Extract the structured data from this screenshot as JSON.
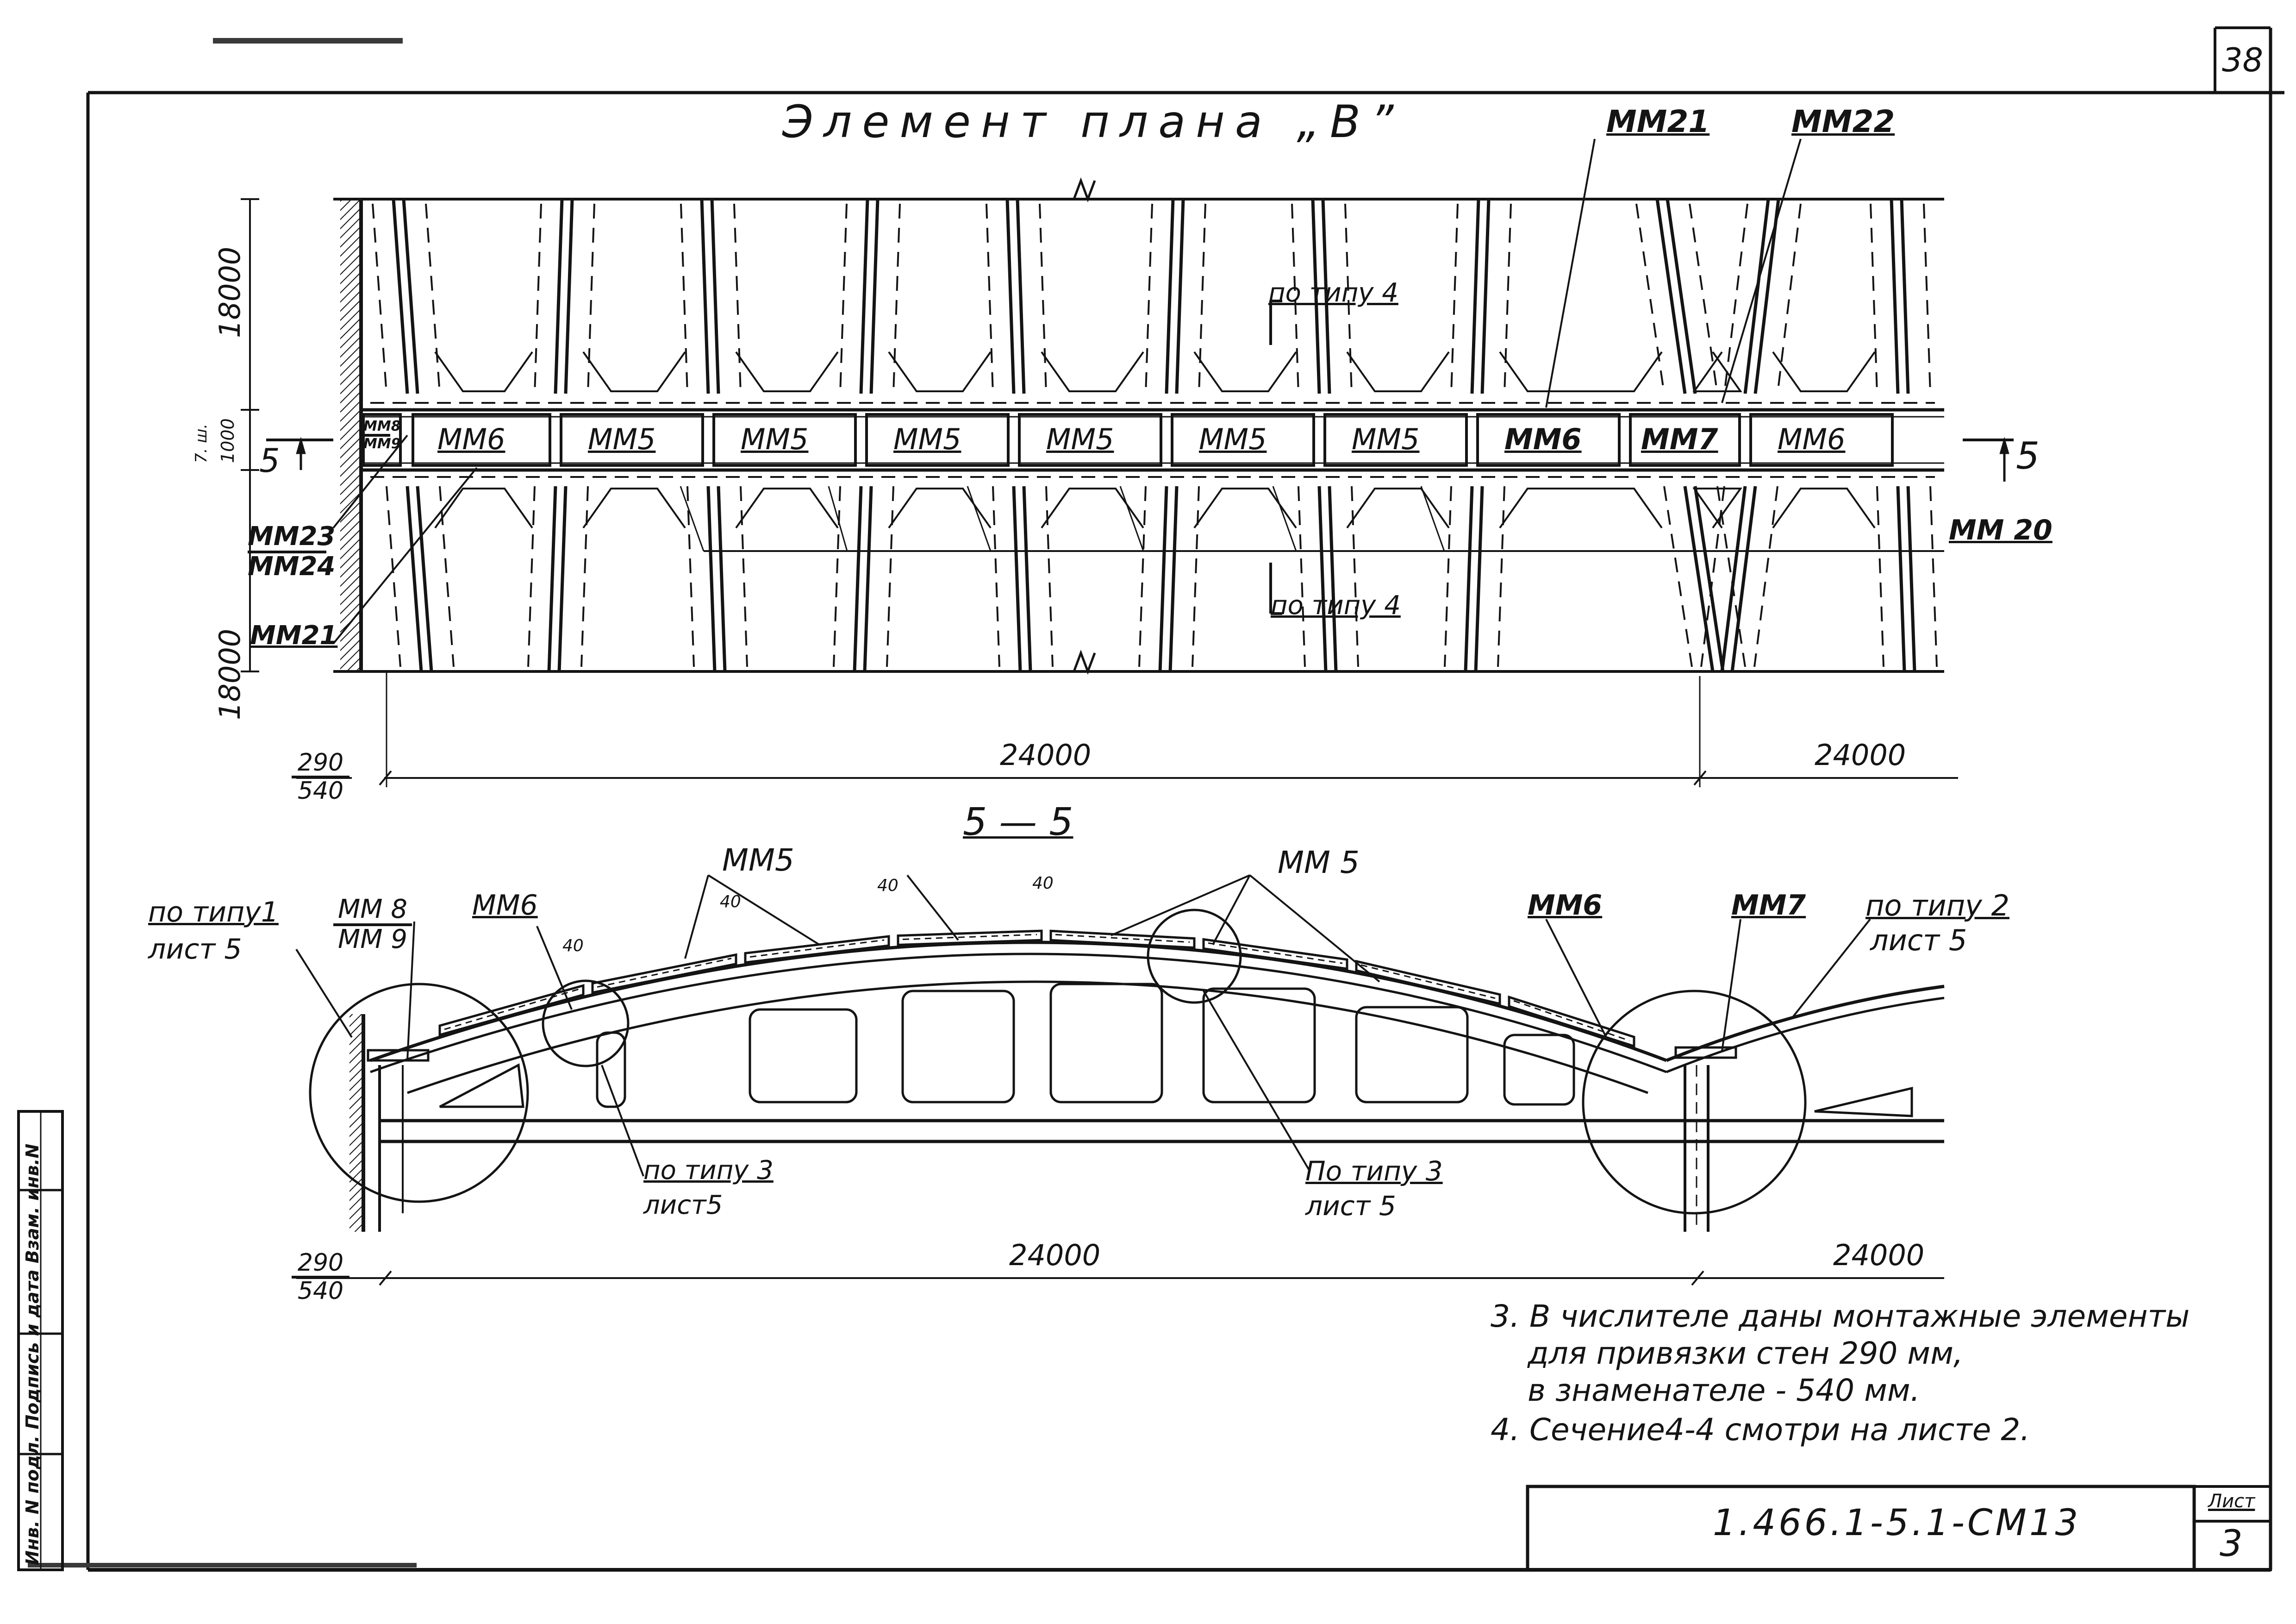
{
  "sheet": {
    "page_number": "38",
    "title": "Элемент плана „В”"
  },
  "plan": {
    "callouts_top": [
      "MM21",
      "MM22"
    ],
    "panels": [
      "MM6",
      "MM5",
      "MM5",
      "MM5",
      "MM5",
      "MM5",
      "MM5",
      "MM6",
      "MM7",
      "MM6"
    ],
    "small_panels": [
      "MM8",
      "MM9"
    ],
    "left_labels": [
      "MM23",
      "MM24",
      "MM21"
    ],
    "right_label": "MM 20",
    "section_ref_top": "по типу 4",
    "section_ref_bottom": "по типу 4",
    "section_mark": "5",
    "dim_upper_left": "18000",
    "dim_band": "1000",
    "dim_band_prefix": "7. ш.",
    "dim_lower_left": "18000",
    "dim_bottom_main": "24000",
    "dim_bottom_right": "24000",
    "dim_offset": {
      "numerator": "290",
      "denominator": "540"
    }
  },
  "section": {
    "title": "5 — 5",
    "labels": {
      "mm5_left": "MM5",
      "mm5_right": "MM 5",
      "mm6_left": "MM6",
      "mm6_right": "MM6",
      "mm7": "MM7",
      "mm8_9": {
        "numerator": "MM 8",
        "denominator": "MM 9"
      }
    },
    "gaps": [
      "40",
      "40",
      "40",
      "40"
    ],
    "refs": {
      "type1": {
        "line1": "по типу1",
        "line2": "лист 5"
      },
      "type2": {
        "line1": "по типу 2",
        "line2": "лист 5"
      },
      "type3_left": {
        "line1": "по типу 3",
        "line2": "лист5"
      },
      "type3_right": {
        "line1": "По типу 3",
        "line2": "лист 5"
      }
    },
    "dim_main": "24000",
    "dim_right": "24000",
    "dim_offset": {
      "numerator": "290",
      "denominator": "540"
    }
  },
  "notes": [
    "3. В числителе даны монтажные элементы",
    "для привязки стен 290 мм,",
    "в знаменателе - 540 мм.",
    "4. Сечение4-4 смотри на листе 2."
  ],
  "title_block": {
    "code": "1.466.1-5.1-CM13",
    "sheet_label": "Лист",
    "sheet_number": "3",
    "side_stamp": "Инв. N подл.   Подпись и дата   Взам. инв.N"
  }
}
